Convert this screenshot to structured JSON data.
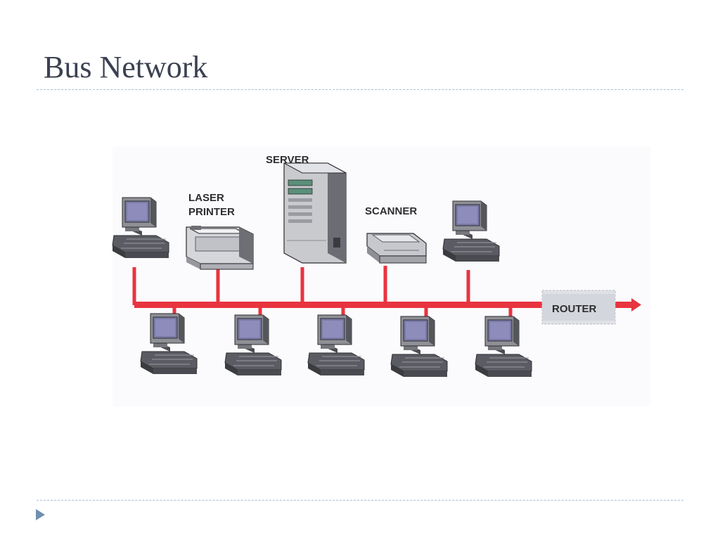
{
  "slide": {
    "title": "Bus Network"
  },
  "diagram": {
    "bus_color": "#e8343f",
    "labels": {
      "laser_printer_line1": "LASER",
      "laser_printer_line2": "PRINTER",
      "server": "SERVER",
      "scanner": "SCANNER",
      "router": "ROUTER"
    },
    "top_devices": [
      "workstation",
      "laser-printer",
      "server",
      "scanner",
      "workstation"
    ],
    "bottom_devices": [
      "workstation",
      "workstation",
      "workstation",
      "workstation",
      "workstation"
    ],
    "icons": [
      "computer-icon",
      "printer-icon",
      "server-icon",
      "scanner-icon",
      "router-icon",
      "arrow-icon",
      "bullet-triangle-icon"
    ]
  }
}
